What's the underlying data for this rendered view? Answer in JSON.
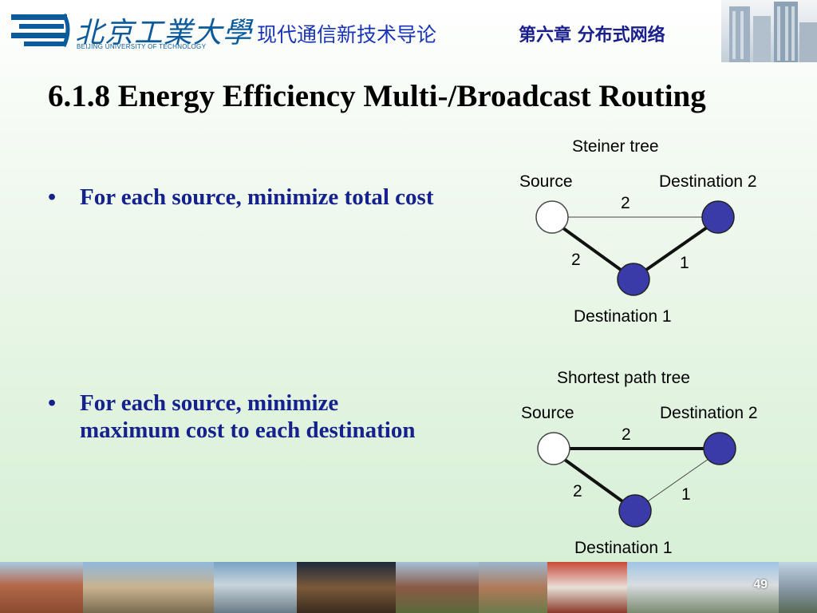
{
  "header": {
    "logo_cn": "北京工業大學",
    "logo_en": "BEIJING UNIVERSITY OF TECHNOLOGY",
    "course_title": "现代通信新技术导论",
    "chapter_title": "第六章 分布式网络"
  },
  "slide": {
    "title": "6.1.8 Energy Efficiency Multi-/Broadcast Routing",
    "bullets": [
      {
        "lines": [
          "For each source, minimize total cost"
        ]
      },
      {
        "lines": [
          "For each source, minimize",
          "maximum cost to each destination"
        ]
      }
    ]
  },
  "diagrams": [
    {
      "title": "Steiner tree",
      "source_label": "Source",
      "dest2_label": "Destination 2",
      "dest1_label": "Destination 1",
      "edges": [
        {
          "from": "Source",
          "to": "Destination 2",
          "cost": "2",
          "in_tree": false
        },
        {
          "from": "Source",
          "to": "Destination 1",
          "cost": "2",
          "in_tree": true
        },
        {
          "from": "Destination 1",
          "to": "Destination 2",
          "cost": "1",
          "in_tree": true
        }
      ]
    },
    {
      "title": "Shortest path tree",
      "source_label": "Source",
      "dest2_label": "Destination 2",
      "dest1_label": "Destination 1",
      "edges": [
        {
          "from": "Source",
          "to": "Destination 2",
          "cost": "2",
          "in_tree": true
        },
        {
          "from": "Source",
          "to": "Destination 1",
          "cost": "2",
          "in_tree": true
        },
        {
          "from": "Destination 1",
          "to": "Destination 2",
          "cost": "1",
          "in_tree": false
        }
      ]
    }
  ],
  "colors": {
    "source_node": "#ffffff",
    "destination_node": "#3a3aa8",
    "bullet_text": "#15218c",
    "course_title": "#1a34b8"
  },
  "footer": {
    "page_number": "49"
  }
}
